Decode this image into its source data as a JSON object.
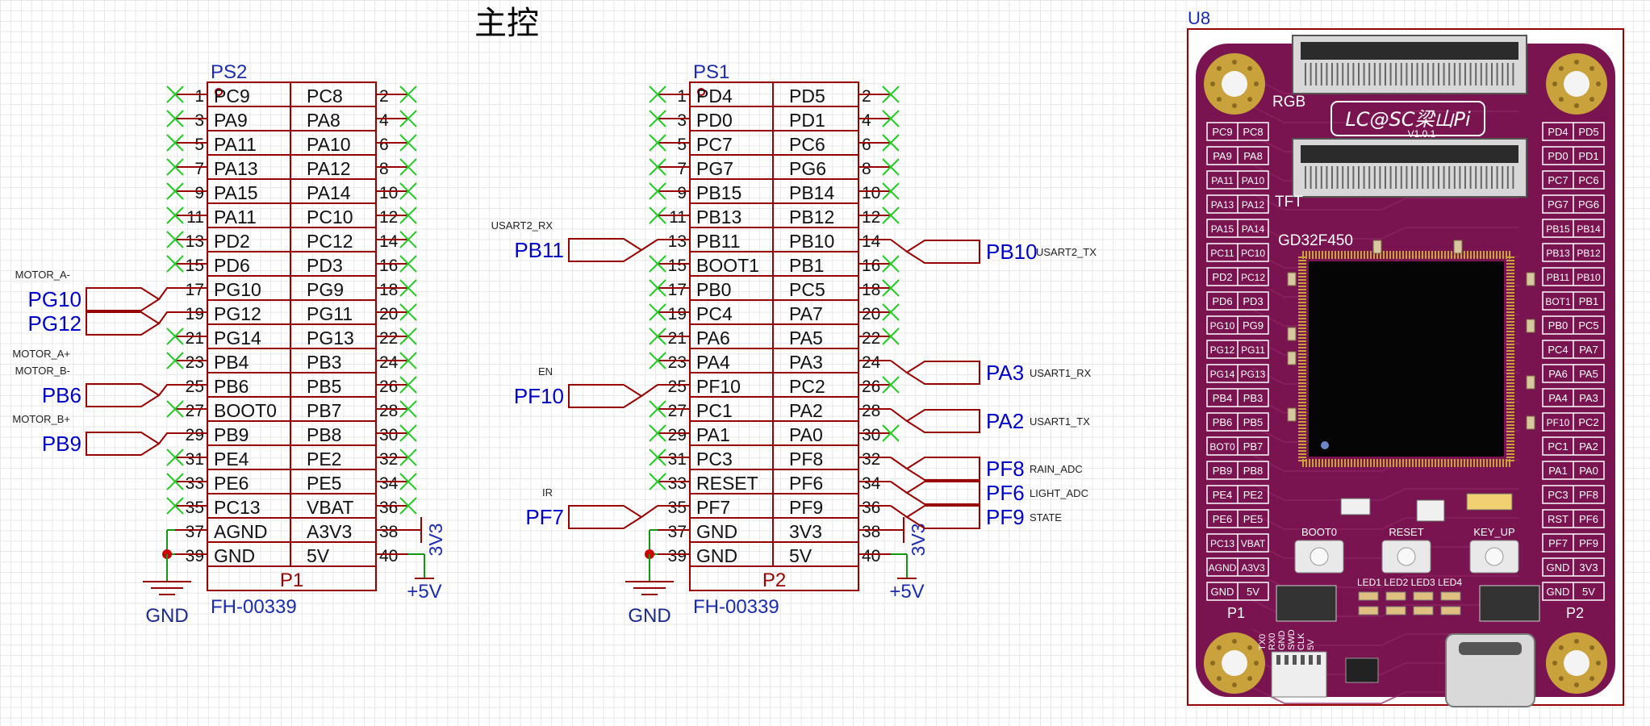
{
  "title": "主控",
  "gnd_label": "GND",
  "v5_label": "+5V",
  "v33_label": "3V3",
  "ps2": {
    "designator": "PS2",
    "part_label": "P1",
    "footprint": "FH-00339",
    "rows": [
      [
        "PC9",
        "PC8"
      ],
      [
        "PA9",
        "PA8"
      ],
      [
        "PA11",
        "PA10"
      ],
      [
        "PA13",
        "PA12"
      ],
      [
        "PA15",
        "PA14"
      ],
      [
        "PA11",
        "PC10"
      ],
      [
        "PD2",
        "PC12"
      ],
      [
        "PD6",
        "PD3"
      ],
      [
        "PG10",
        "PG9"
      ],
      [
        "PG12",
        "PG11"
      ],
      [
        "PG14",
        "PG13"
      ],
      [
        "PB4",
        "PB3"
      ],
      [
        "PB6",
        "PB5"
      ],
      [
        "BOOT0",
        "PB7"
      ],
      [
        "PB9",
        "PB8"
      ],
      [
        "PE4",
        "PE2"
      ],
      [
        "PE6",
        "PE5"
      ],
      [
        "PC13",
        "VBAT"
      ],
      [
        "AGND",
        "A3V3"
      ],
      [
        "GND",
        "5V"
      ]
    ],
    "nets": [
      {
        "port": "PG10",
        "label": "MOTOR_A-"
      },
      {
        "port": "PG12",
        "label": "MOTOR_A+"
      },
      {
        "port": "PB6",
        "label": "MOTOR_B-"
      },
      {
        "port": "PB9",
        "label": "MOTOR_B+"
      }
    ]
  },
  "ps1": {
    "designator": "PS1",
    "part_label": "P2",
    "footprint": "FH-00339",
    "rows": [
      [
        "PD4",
        "PD5"
      ],
      [
        "PD0",
        "PD1"
      ],
      [
        "PC7",
        "PC6"
      ],
      [
        "PG7",
        "PG6"
      ],
      [
        "PB15",
        "PB14"
      ],
      [
        "PB13",
        "PB12"
      ],
      [
        "PB11",
        "PB10"
      ],
      [
        "BOOT1",
        "PB1"
      ],
      [
        "PB0",
        "PC5"
      ],
      [
        "PC4",
        "PA7"
      ],
      [
        "PA6",
        "PA5"
      ],
      [
        "PA4",
        "PA3"
      ],
      [
        "PF10",
        "PC2"
      ],
      [
        "PC1",
        "PA2"
      ],
      [
        "PA1",
        "PA0"
      ],
      [
        "PC3",
        "PF8"
      ],
      [
        "RESET",
        "PF6"
      ],
      [
        "PF7",
        "PF9"
      ],
      [
        "GND",
        "3V3"
      ],
      [
        "GND",
        "5V"
      ]
    ],
    "left_nets": [
      {
        "port": "PB11",
        "label": "USART2_RX"
      },
      {
        "port": "PF10",
        "label": "EN"
      },
      {
        "port": "PF7",
        "label": "IR"
      }
    ],
    "right_nets": [
      {
        "port": "PB10",
        "label": "USART2_TX"
      },
      {
        "port": "PA3",
        "label": "USART1_RX"
      },
      {
        "port": "PA2",
        "label": "USART1_TX"
      },
      {
        "port": "PF8",
        "label": "RAIN_ADC"
      },
      {
        "port": "PF6",
        "label": "LIGHT_ADC"
      },
      {
        "port": "PF9",
        "label": "STATE"
      }
    ]
  },
  "board": {
    "designator": "U8",
    "logo_text": "LC@SC梁山Pi",
    "version": "V1.0.1",
    "rgb_label": "RGB",
    "tft_label": "TFT",
    "chip_label": "GD32F450",
    "boot_label": "BOOT0",
    "reset_label": "RESET",
    "key_label": "KEY_UP",
    "leds": [
      "LED1",
      "LED2",
      "LED3",
      "LED4"
    ],
    "p1_label": "P1",
    "p2_label": "P2",
    "debug_pins": [
      "TX0",
      "RX0",
      "GND",
      "SWD",
      "CLK",
      "5V"
    ],
    "left_pins": [
      [
        "PC9",
        "PC8"
      ],
      [
        "PA9",
        "PA8"
      ],
      [
        "PA11",
        "PA10"
      ],
      [
        "PA13",
        "PA12"
      ],
      [
        "PA15",
        "PA14"
      ],
      [
        "PC11",
        "PC10"
      ],
      [
        "PD2",
        "PC12"
      ],
      [
        "PD6",
        "PD3"
      ],
      [
        "PG10",
        "PG9"
      ],
      [
        "PG12",
        "PG11"
      ],
      [
        "PG14",
        "PG13"
      ],
      [
        "PB4",
        "PB3"
      ],
      [
        "PB6",
        "PB5"
      ],
      [
        "BOT0",
        "PB7"
      ],
      [
        "PB9",
        "PB8"
      ],
      [
        "PE4",
        "PE2"
      ],
      [
        "PE6",
        "PE5"
      ],
      [
        "PC13",
        "VBAT"
      ],
      [
        "AGND",
        "A3V3"
      ],
      [
        "GND",
        "5V"
      ]
    ],
    "right_pins": [
      [
        "PD4",
        "PD5"
      ],
      [
        "PD0",
        "PD1"
      ],
      [
        "PC7",
        "PC6"
      ],
      [
        "PG7",
        "PG6"
      ],
      [
        "PB15",
        "PB14"
      ],
      [
        "PB13",
        "PB12"
      ],
      [
        "PB11",
        "PB10"
      ],
      [
        "BOT1",
        "PB1"
      ],
      [
        "PB0",
        "PC5"
      ],
      [
        "PC4",
        "PA7"
      ],
      [
        "PA6",
        "PA5"
      ],
      [
        "PA4",
        "PA3"
      ],
      [
        "PF10",
        "PC2"
      ],
      [
        "PC1",
        "PA2"
      ],
      [
        "PA1",
        "PA0"
      ],
      [
        "PC3",
        "PF8"
      ],
      [
        "RST",
        "PF6"
      ],
      [
        "PF7",
        "PF9"
      ],
      [
        "GND",
        "3V3"
      ],
      [
        "GND",
        "5V"
      ]
    ]
  },
  "colors": {
    "wire": "#990000",
    "net": "#0000cc",
    "designator": "#1a2bb0",
    "noconnect": "#22cc22",
    "ground_wire": "#119911",
    "pcb": "#7a1450",
    "pad": "#c9a23c"
  }
}
